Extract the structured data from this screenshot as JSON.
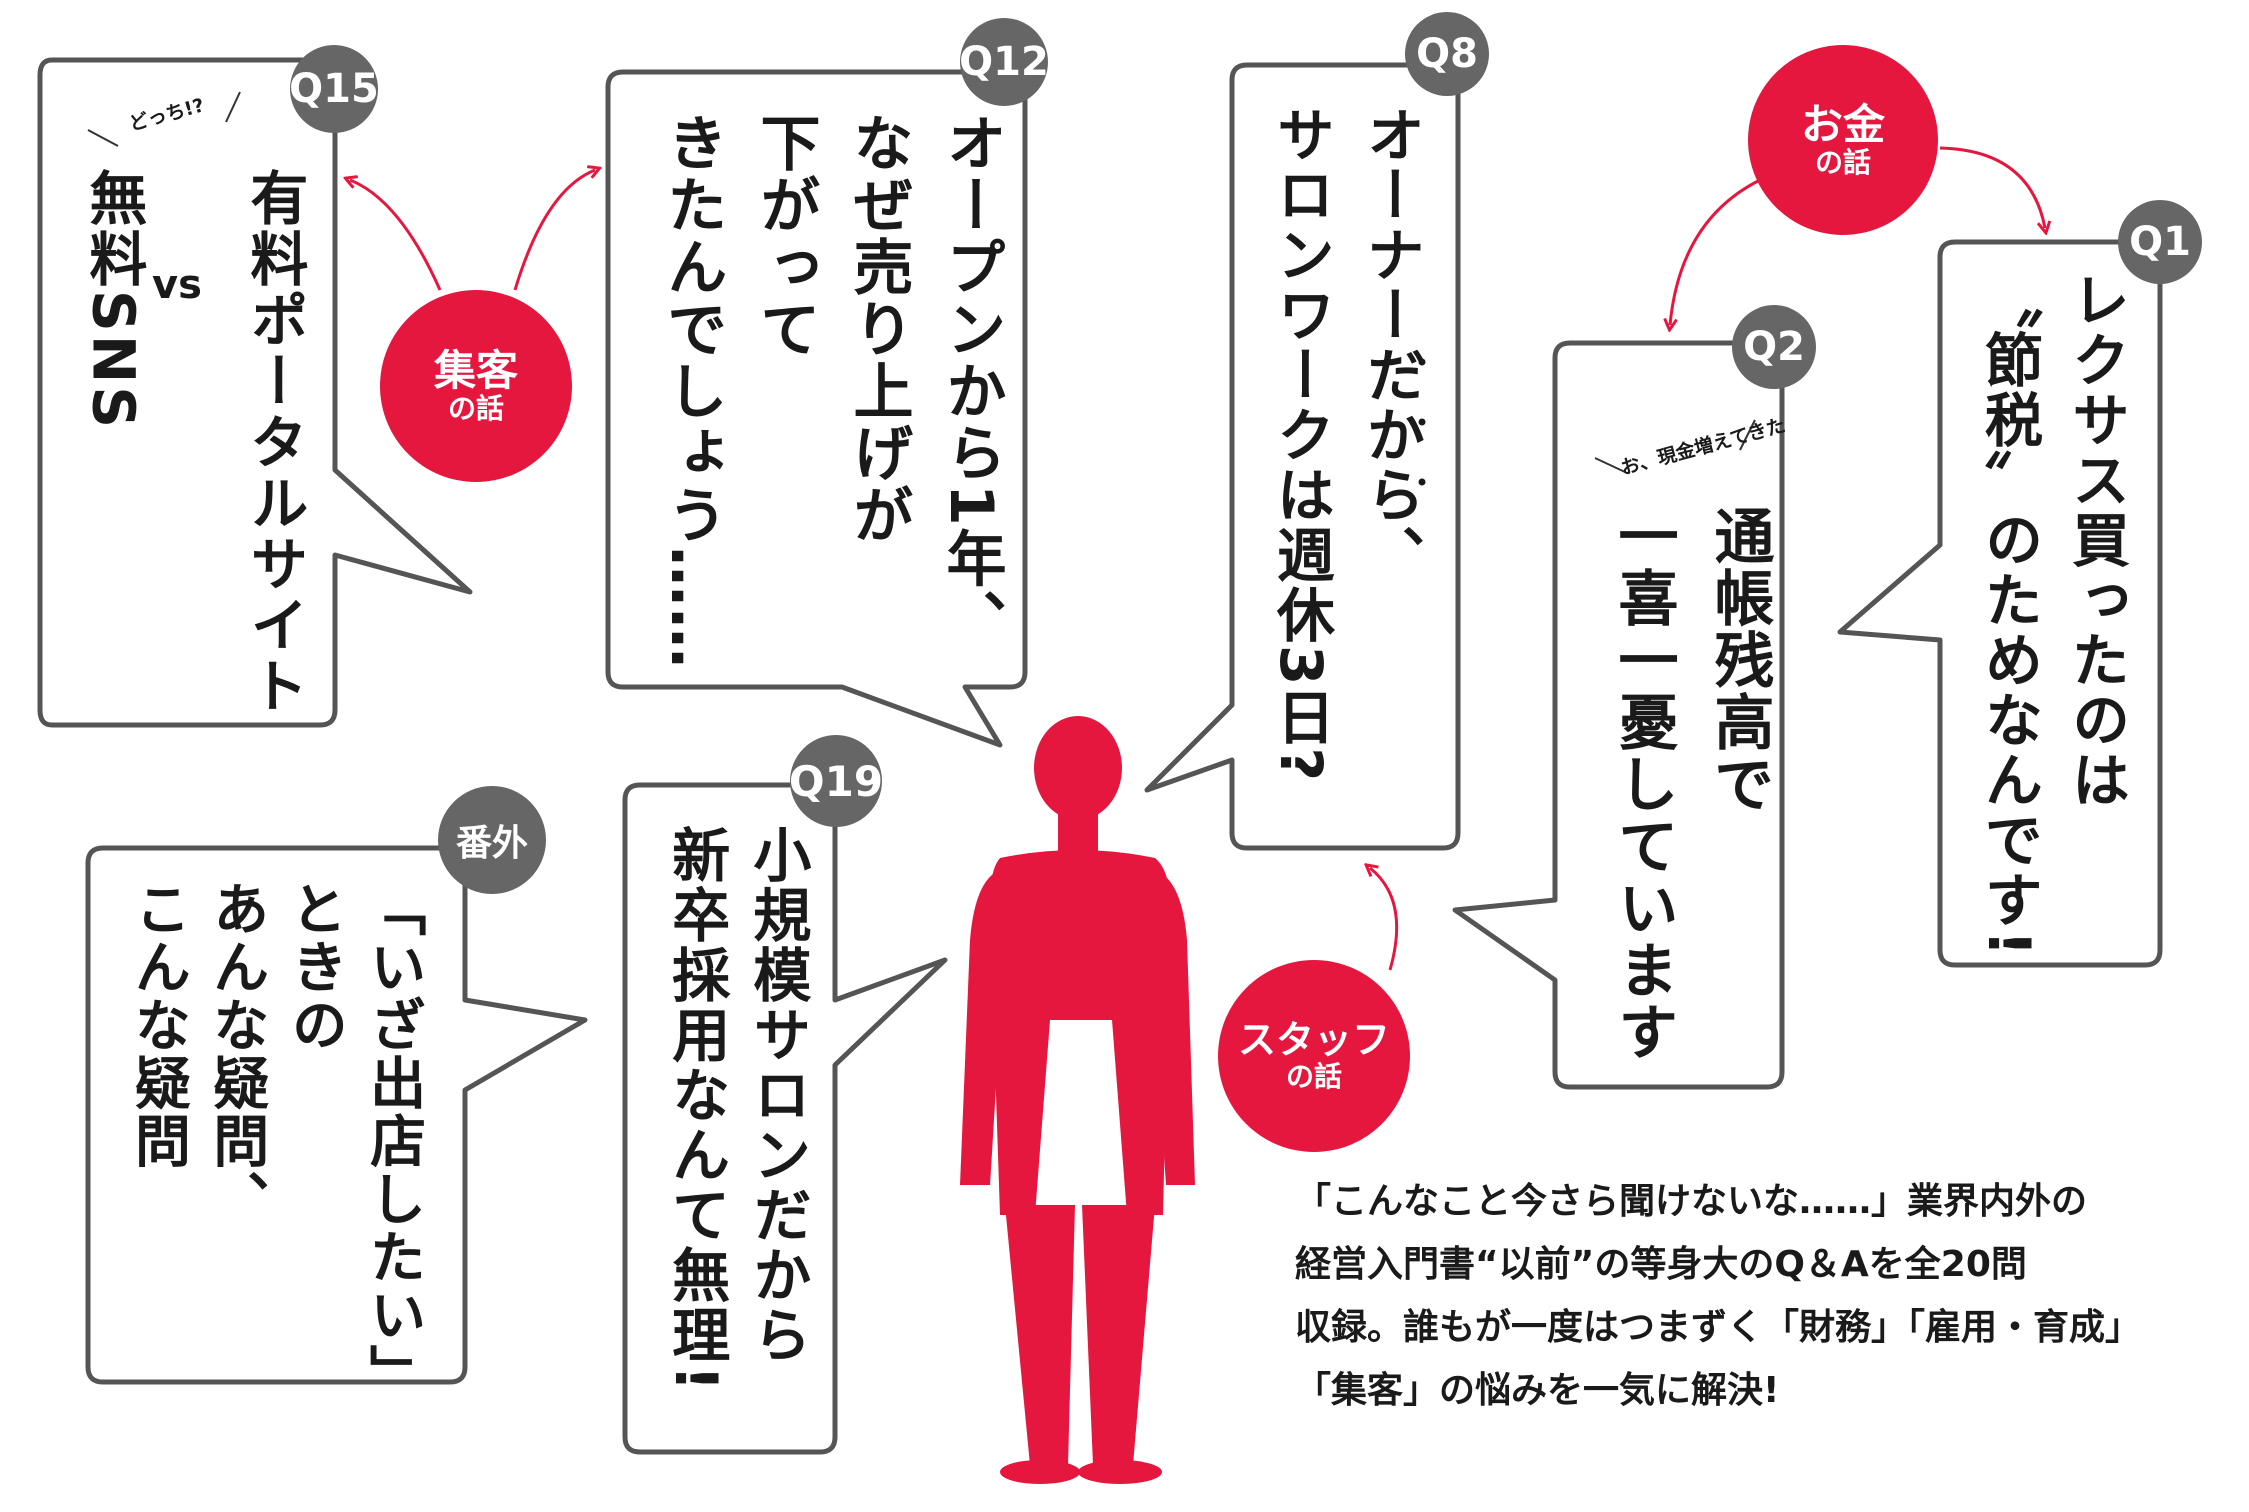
{
  "colors": {
    "accent": "#e5173f",
    "badge": "#666666",
    "stroke": "#555555",
    "text": "#1a1a1a"
  },
  "bubbles": {
    "q15": {
      "badge": "Q15",
      "note": "どっち!?",
      "col1": "有料ポータルサイト",
      "vs": "vs",
      "col2": "無料SNS"
    },
    "q12": {
      "badge": "Q12",
      "text": "オープンから1年、\nなぜ売り上げが\n下がって\nきたんでしょう……"
    },
    "q8": {
      "badge": "Q8",
      "text": "オーナーだから、\nサロンワークは週休3日?"
    },
    "q2": {
      "badge": "Q2",
      "note": "お、現金増えてきた",
      "text": "通帳残高で\n一喜一憂しています"
    },
    "q1": {
      "badge": "Q1",
      "text": "レクサス買ったのは\n〝節税〟のためなんです!"
    },
    "q19": {
      "badge": "Q19",
      "text": "小規模サロンだから\n新卒採用なんて無理!"
    },
    "extra": {
      "badge": "番外",
      "text": "「いざ出店したい」\nときの\nあんな疑問、\nこんな疑問"
    }
  },
  "topics": {
    "customers": {
      "main": "集客",
      "sub": "の話"
    },
    "money": {
      "main": "お金",
      "sub": "の話"
    },
    "staff": {
      "main": "スタッフ",
      "sub": "の話"
    }
  },
  "caption": [
    "「こんなこと今さら聞けないな……」業界内外の",
    "経営入門書“以前”の等身大のQ＆Aを全20問",
    "収録。誰もが一度はつまずく「財務」「雇用・育成」",
    "「集客」の悩みを一気に解決!"
  ]
}
